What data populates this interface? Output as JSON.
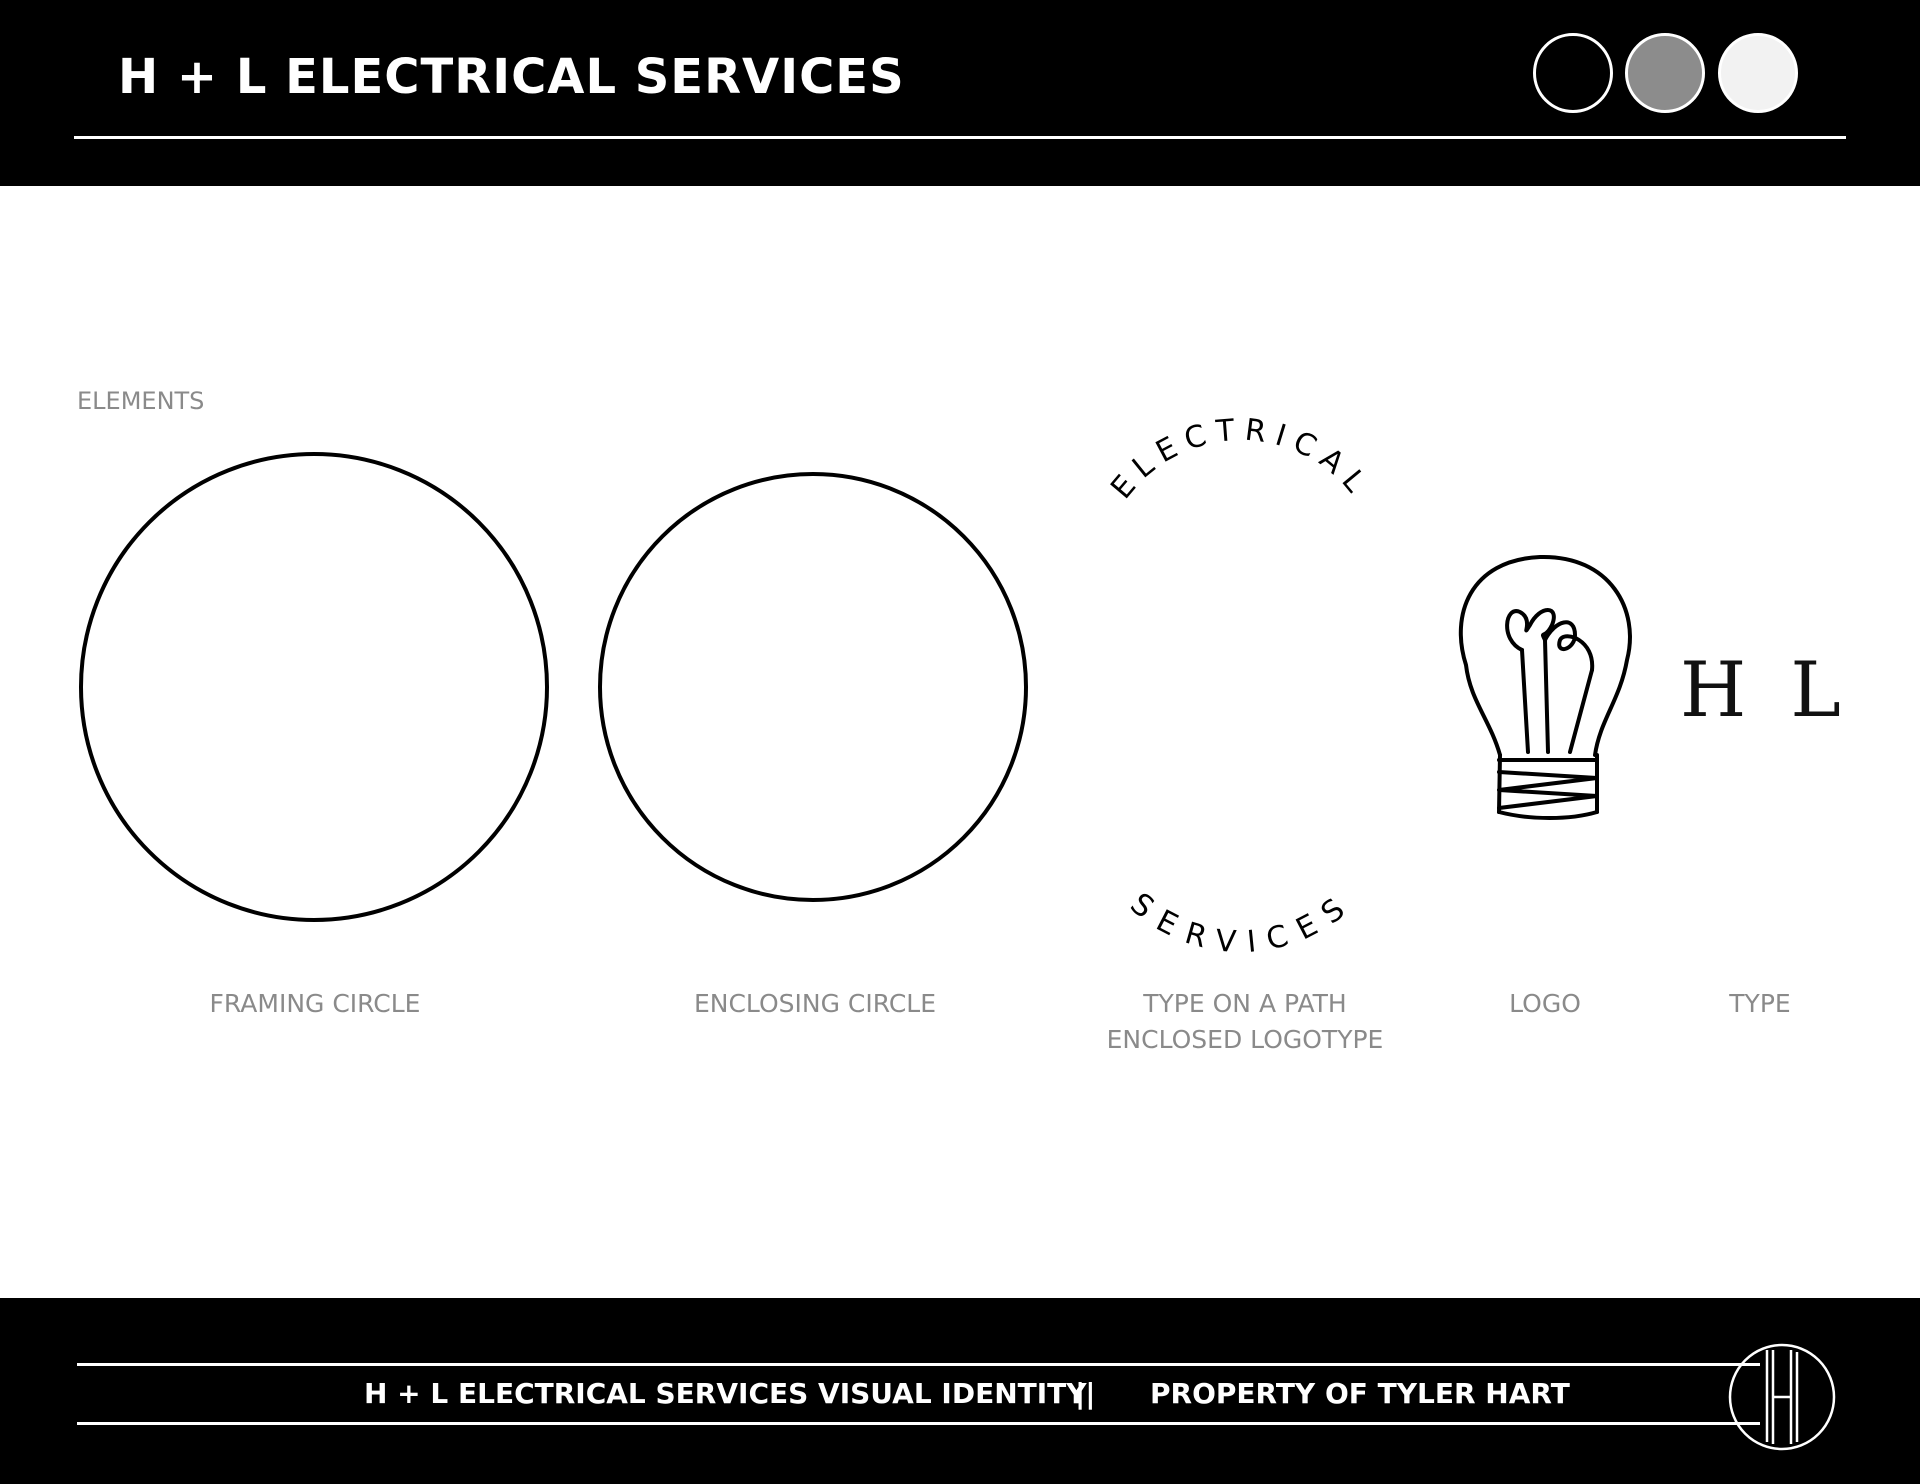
{
  "header": {
    "title": "H + L ELECTRICAL SERVICES",
    "swatches": [
      {
        "name": "black",
        "color": "#000000"
      },
      {
        "name": "gray",
        "color": "#8c8c8c"
      },
      {
        "name": "light",
        "color": "#f2f2f2"
      }
    ]
  },
  "section": {
    "label": "ELEMENTS"
  },
  "elements": {
    "framing_circle": {
      "caption": "FRAMING CIRCLE"
    },
    "enclosing_circle": {
      "caption": "ENCLOSING CIRCLE"
    },
    "type_on_path": {
      "top_text": "ELECTRICAL",
      "bottom_text": "SERVICES",
      "caption_line1": "TYPE ON A PATH",
      "caption_line2": "ENCLOSED LOGOTYPE"
    },
    "logo": {
      "caption": "LOGO",
      "icon": "lightbulb-icon"
    },
    "type": {
      "text": "H L",
      "caption": "TYPE"
    }
  },
  "footer": {
    "left_text": "H + L ELECTRICAL SERVICES VISUAL IDENTITY",
    "separator": "||",
    "right_text": "PROPERTY OF TYLER HART",
    "mark": "monogram-h-icon"
  },
  "colors": {
    "ink": "#000000",
    "caption_gray": "#8a8a8a",
    "paper": "#ffffff"
  }
}
